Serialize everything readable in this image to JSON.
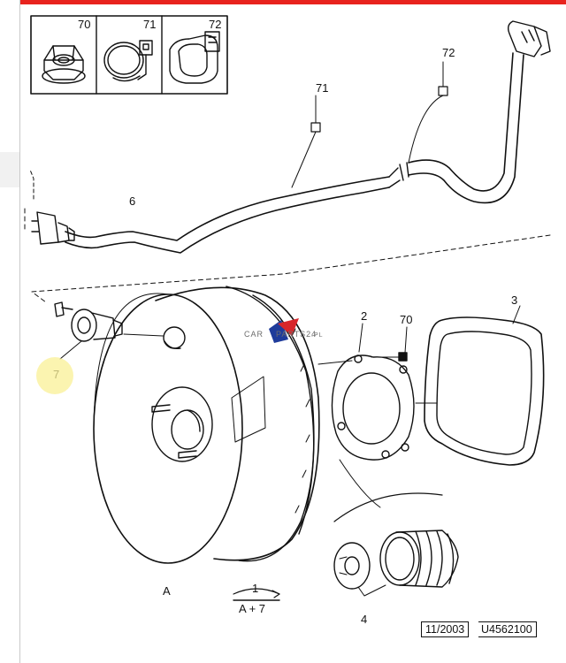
{
  "parts_panel": {
    "items": [
      {
        "ref": "70",
        "icon": "flange-nut-icon"
      },
      {
        "ref": "71",
        "icon": "hose-clip-icon"
      },
      {
        "ref": "72",
        "icon": "pipe-clip-icon"
      }
    ]
  },
  "callouts": {
    "hose": "6",
    "clip_71": "71",
    "clip_72": "72",
    "valve": "7",
    "seal_ring": "3",
    "gasket": "2",
    "nut_70": "70",
    "booster": "A",
    "boot_kit": "4"
  },
  "legend": {
    "top": "1",
    "bottom": "A + 7"
  },
  "watermark": {
    "prefix": "CAR",
    "rest": "PARTS24",
    "suffix": ".PL"
  },
  "footer": {
    "date": "11/2003",
    "code": "U4562100"
  },
  "colors": {
    "accent": "#e8231e",
    "marker": "#f9ef96",
    "logo_blue": "#1f3c9b",
    "logo_red": "#d7262b"
  }
}
